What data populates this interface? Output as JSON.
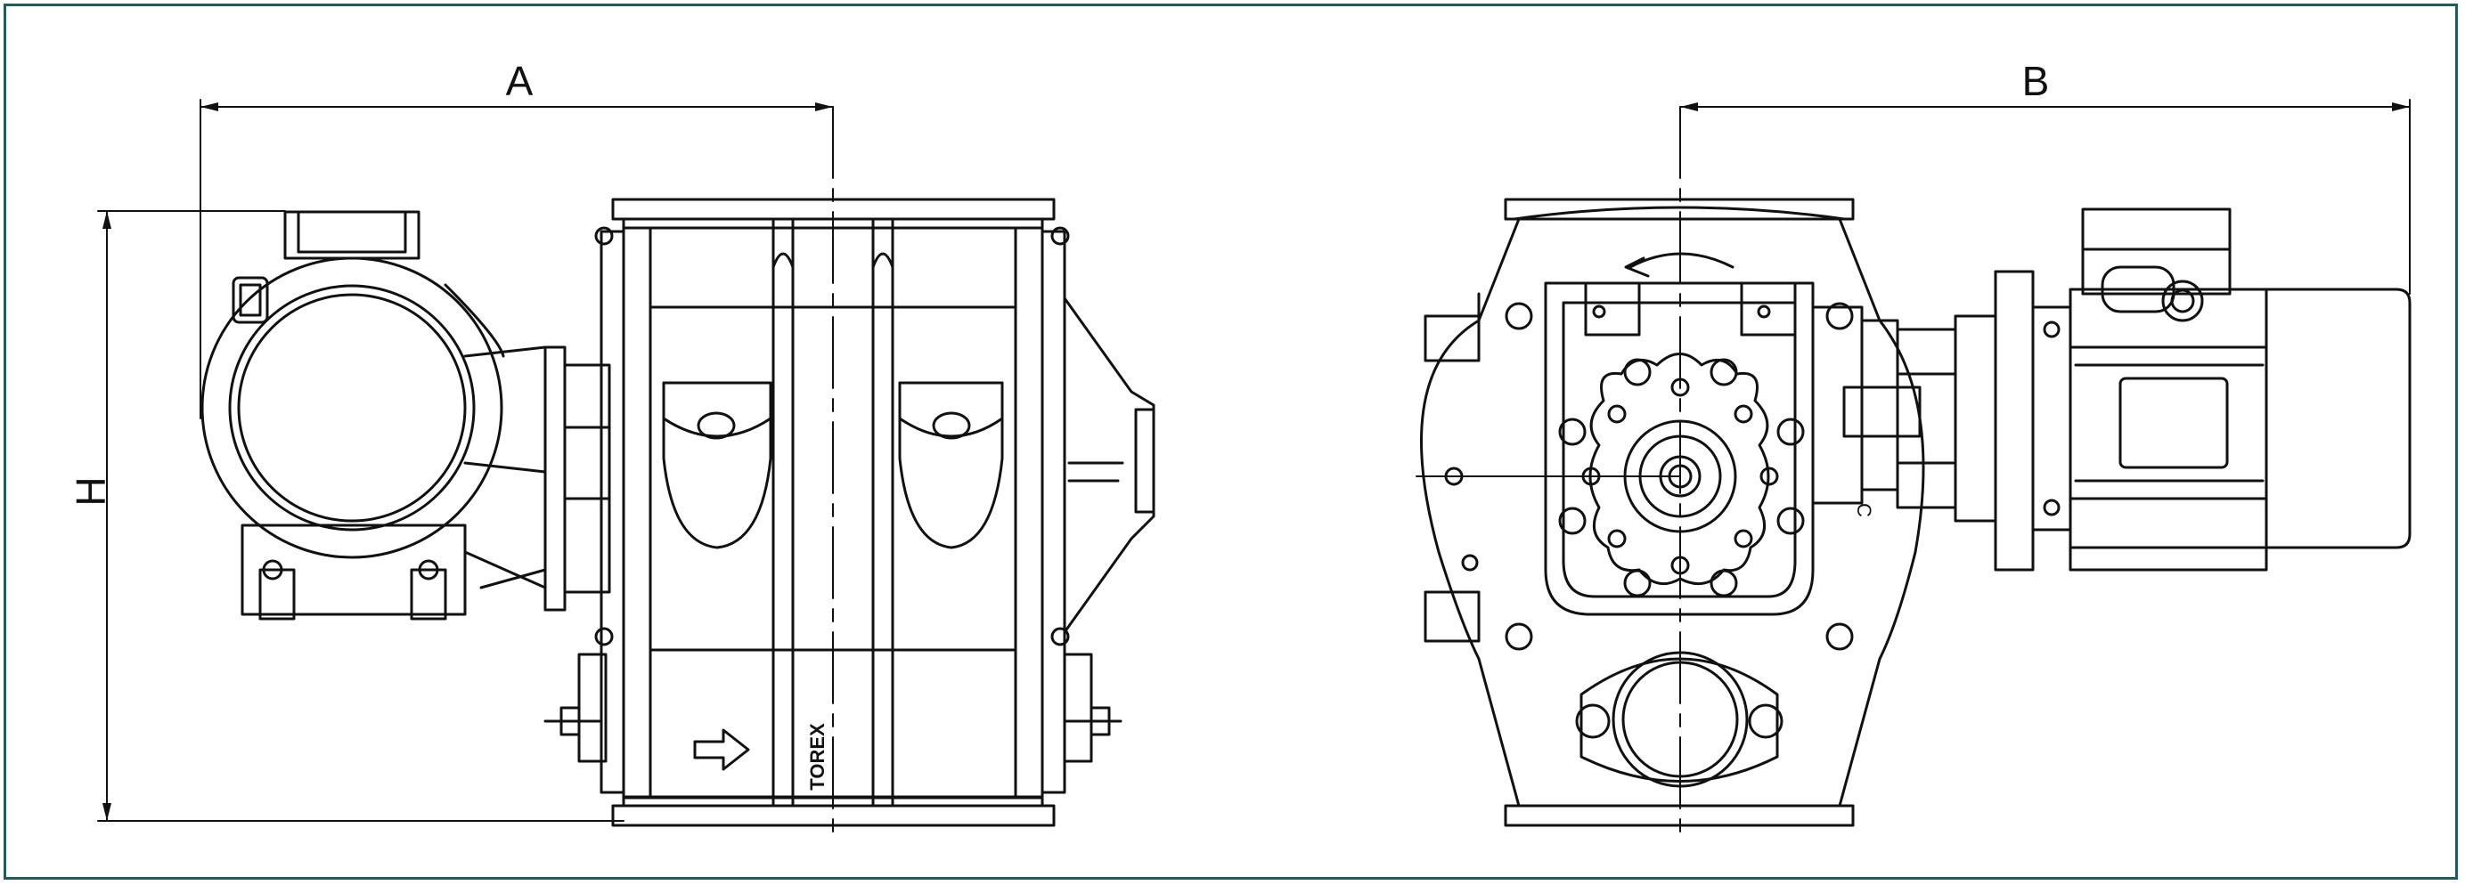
{
  "dimensions": {
    "a": "A",
    "b": "B",
    "h": "H",
    "c": "C"
  },
  "brand": "TOREX",
  "colors": {
    "frame": "#1f5c5a",
    "line": "#111111"
  }
}
